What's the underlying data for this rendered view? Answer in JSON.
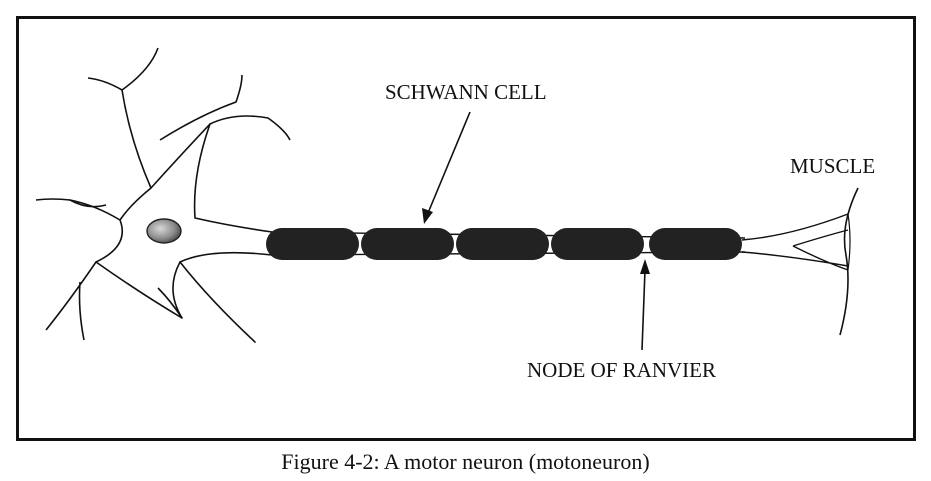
{
  "figure": {
    "labels": {
      "schwann_cell": "SCHWANN CELL",
      "muscle": "MUSCLE",
      "node_of_ranvier": "NODE OF RANVIER"
    },
    "caption": "Figure 4-2: A motor neuron (motoneuron)"
  }
}
